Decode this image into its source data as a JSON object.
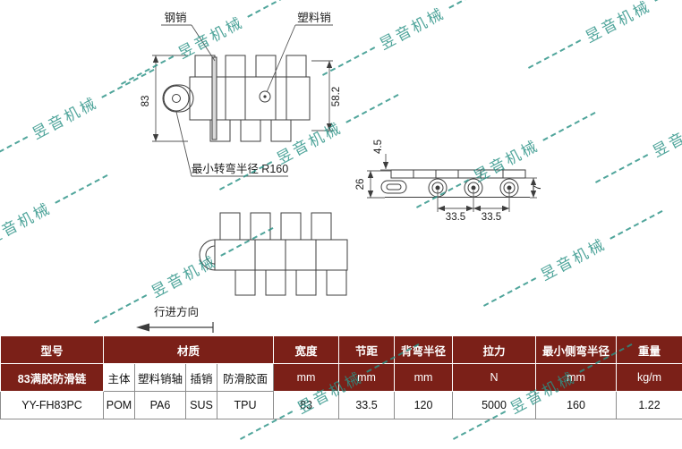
{
  "colors": {
    "table_header_bg": "#7b2018",
    "table_header_text": "#ffffff",
    "watermark": "#2a9286",
    "drawing_line": "#3d3d3d"
  },
  "watermark": {
    "text": "昱音机械"
  },
  "drawing": {
    "steel_pin_label": "钢销",
    "plastic_pin_label": "塑料销",
    "min_turn_radius_label": "最小转弯半径 R160",
    "travel_direction_label": "行进方向",
    "dims": {
      "module_width": "83",
      "inner_width": "58.2",
      "top_plate": "4.5",
      "side_height": "26",
      "edge_height": "7",
      "pitch_left": "33.5",
      "pitch_right": "33.5"
    }
  },
  "table": {
    "model_header": "型号",
    "material_header": "材质",
    "series_label": "83满胶防滑链",
    "material_subheaders": [
      "主体",
      "塑料销轴",
      "插销",
      "防滑胶面"
    ],
    "spec_headers": [
      "宽度",
      "节距",
      "背弯半径",
      "拉力",
      "最小侧弯半径",
      "重量"
    ],
    "spec_units": [
      "mm",
      "mm",
      "mm",
      "N",
      "mm",
      "kg/m"
    ],
    "row": {
      "model": "YY-FH83PC",
      "materials": [
        "POM",
        "PA6",
        "SUS",
        "TPU"
      ],
      "specs": [
        "83",
        "33.5",
        "120",
        "5000",
        "160",
        "1.22"
      ]
    }
  }
}
